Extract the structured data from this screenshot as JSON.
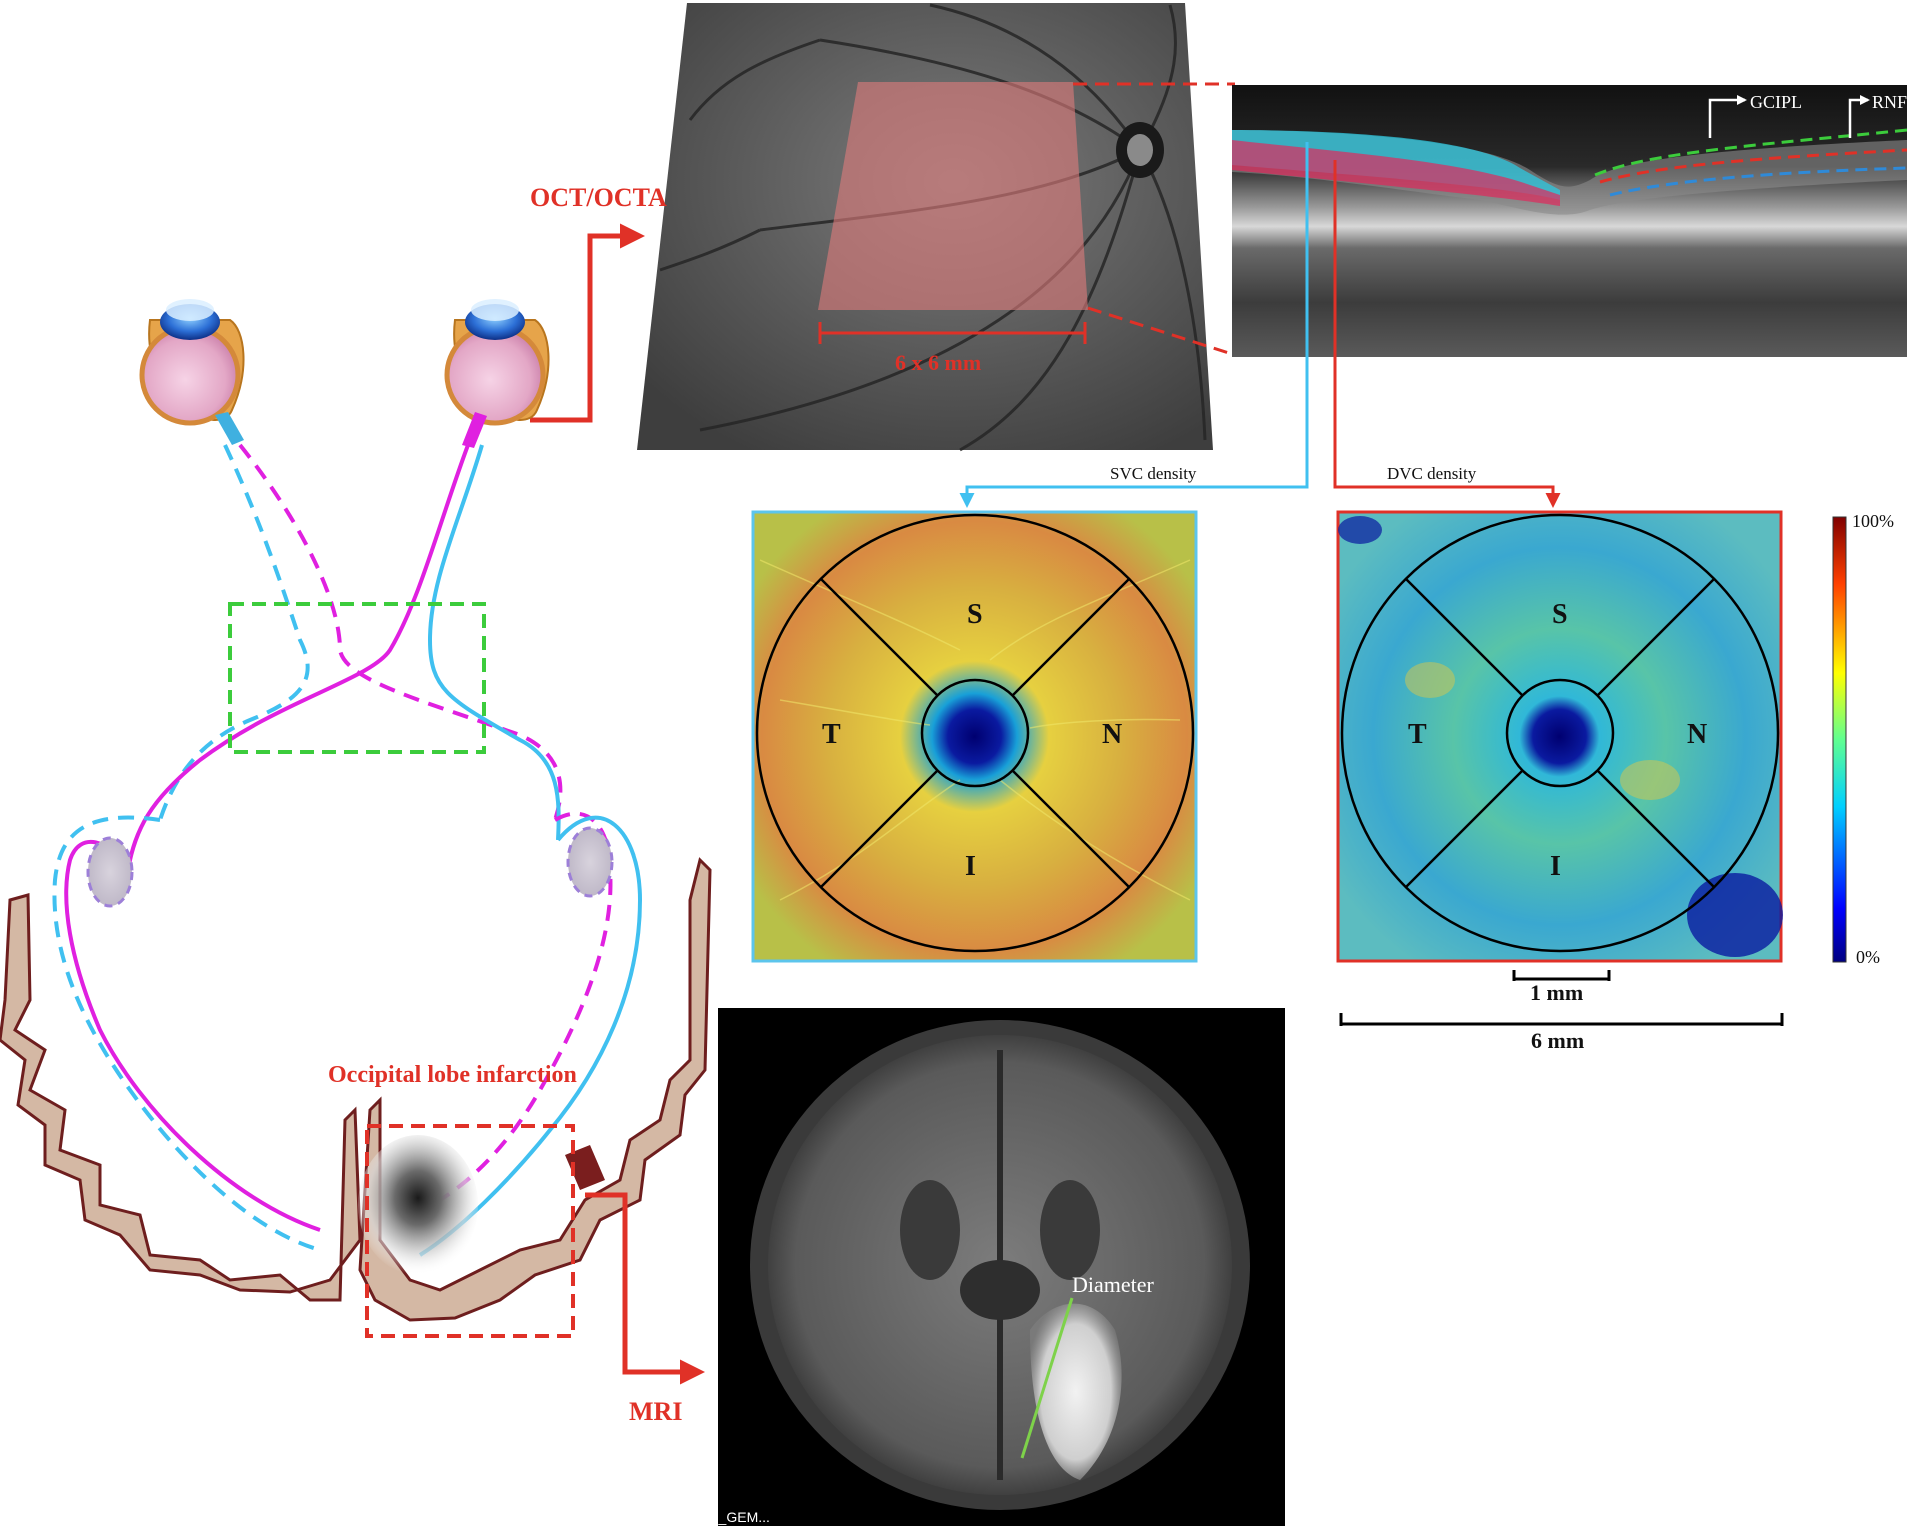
{
  "labels": {
    "oct_octa": "OCT/OCTA",
    "fundus_scale": "6 x 6 mm",
    "gcipl": "GCIPL",
    "rnfl": "RNFL",
    "svc_density": "SVC density",
    "dvc_density": "DVC density",
    "sector_s": "S",
    "sector_t": "T",
    "sector_n": "N",
    "sector_i": "I",
    "colorbar_max": "100%",
    "colorbar_min": "0%",
    "scale_1mm": "1 mm",
    "scale_6mm": "6 mm",
    "occipital": "Occipital lobe infarction",
    "mri": "MRI",
    "diameter": "Diameter",
    "mri_caption": "F_GEM..."
  },
  "colors": {
    "accent_red": "#e03127",
    "left_pathway_magenta": "#e020e0",
    "right_pathway_cyan": "#40c0f0",
    "chiasm_box_green": "#3ccc3c",
    "svc_frame": "#5cc5ec",
    "dvc_frame": "#e03127",
    "cortex_fill": "#d4b8a4",
    "cortex_outline": "#6e1e1e",
    "diameter_line": "#7ed24a"
  },
  "icons": {
    "eye_left": "eyeball-icon",
    "eye_right": "eyeball-icon"
  }
}
